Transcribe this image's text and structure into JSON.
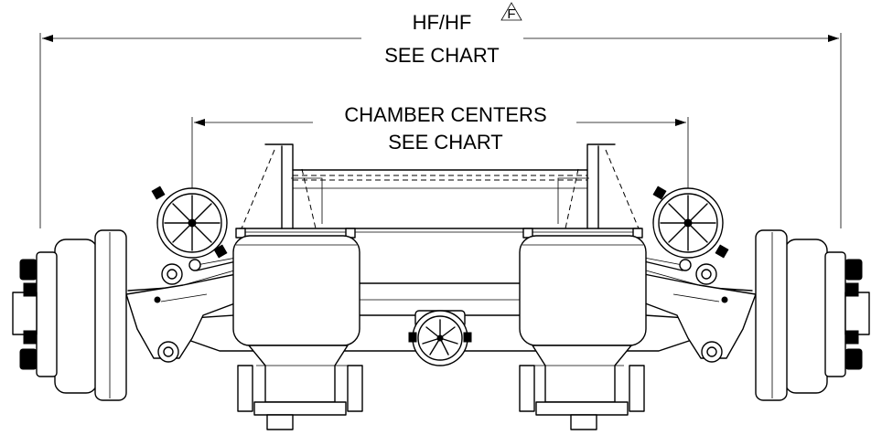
{
  "dimensions": {
    "overall": {
      "line1": "HF/HF",
      "line2": "SEE CHART",
      "revision_flag": "F"
    },
    "chamber": {
      "line1": "CHAMBER CENTERS",
      "line2": "SEE CHART"
    }
  }
}
